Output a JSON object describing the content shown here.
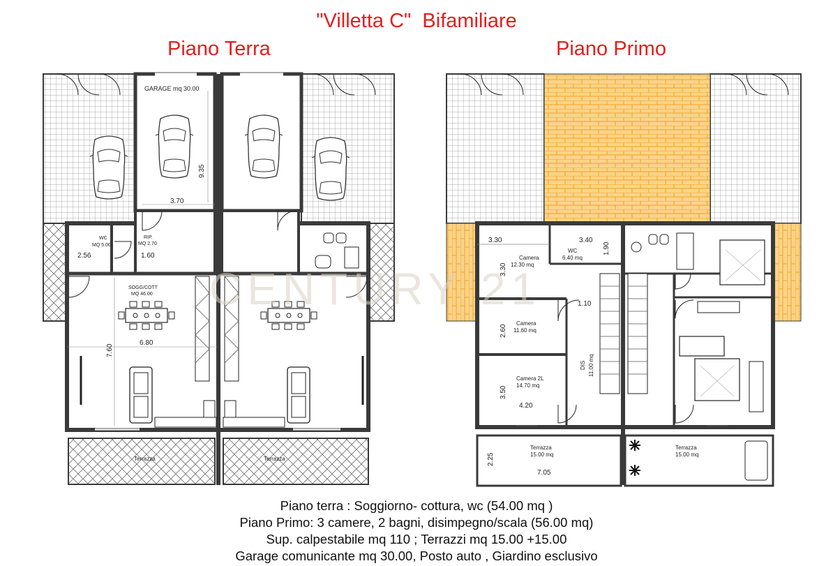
{
  "header": {
    "title": "\"Villetta C\"  Bifamiliare",
    "ground_floor_title": "Piano Terra",
    "first_floor_title": "Piano Primo"
  },
  "watermark": "CENTURY 21",
  "colors": {
    "title_red": "#e41e1e",
    "wall": "#3a3a3a",
    "terrace_tile_orange": "#f5a623",
    "grid_tile": "#9a9a9a"
  },
  "ground_floor": {
    "garage_label": "GARAGE mq 30.00",
    "garage_length": "9.35",
    "garage_width": "3.70",
    "wc_label": "WC",
    "wc_area": "MQ 5.00",
    "wc_width": "2.56",
    "rip_label": "RIP.",
    "rip_area": "MQ 2.70",
    "rip_width": "1.60",
    "living_label": "SOGG/COTT",
    "living_area": "MQ 46.00",
    "living_width": "6.80",
    "living_length": "7.60",
    "terrace_left": "Terrazza",
    "terrace_right": "Terrazza"
  },
  "first_floor": {
    "camera1_label": "Camera",
    "camera1_area": "12.30 mq",
    "camera1_width": "3.30",
    "camera1_length": "3.30",
    "wc_label": "WC",
    "wc_area": "6.40 mq",
    "wc_width": "3.40",
    "wc_length": "1.90",
    "dim_110": "1.10",
    "camera2_label": "Camera",
    "camera2_area": "11.60 mq",
    "camera2_length": "2.60",
    "camera3_label": "Camera 2L",
    "camera3_area": "14.70 mq",
    "camera3_length": "3.50",
    "camera3_width": "4.20",
    "dis_label": "DIS",
    "dis_area": "11.00 mq",
    "terrace_left_label": "Terrazza",
    "terrace_left_area": "15.00 mq",
    "terrace_left_depth": "2.25",
    "terrace_left_width": "7.05",
    "terrace_right_label": "Terrazza",
    "terrace_right_area": "15.00 mq"
  },
  "summary": [
    "Piano terra : Soggiorno- cottura, wc (54.00 mq )",
    "Piano Primo: 3 camere, 2 bagni, disimpegno/scala (56.00 mq)",
    "Sup. calpestabile mq 110 ; Terrazzi  mq 15.00 +15.00",
    "Garage comunicante mq 30.00, Posto auto , Giardino esclusivo"
  ]
}
